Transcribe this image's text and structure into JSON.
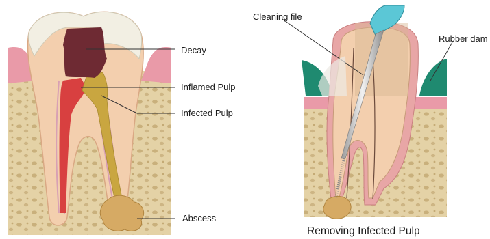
{
  "left_panel": {
    "labels": {
      "decay": "Decay",
      "inflamed_pulp": "Inflamed Pulp",
      "infected_pulp": "Infected Pulp",
      "abscess": "Abscess"
    }
  },
  "right_panel": {
    "labels": {
      "cleaning_file": "Cleaning file",
      "rubber_dam": "Rubber dam"
    },
    "caption": "Removing Infected Pulp"
  },
  "colors": {
    "bone": "#e2cfa3",
    "gum": "#e99aa8",
    "enamel": "#f1eee2",
    "dentin": "#f3cfae",
    "decay": "#6e2a33",
    "inflamed_pulp": "#d84040",
    "infected_pulp": "#c9a640",
    "rubber_dam": "#1f8a70",
    "file_handle": "#5bc7d6"
  }
}
